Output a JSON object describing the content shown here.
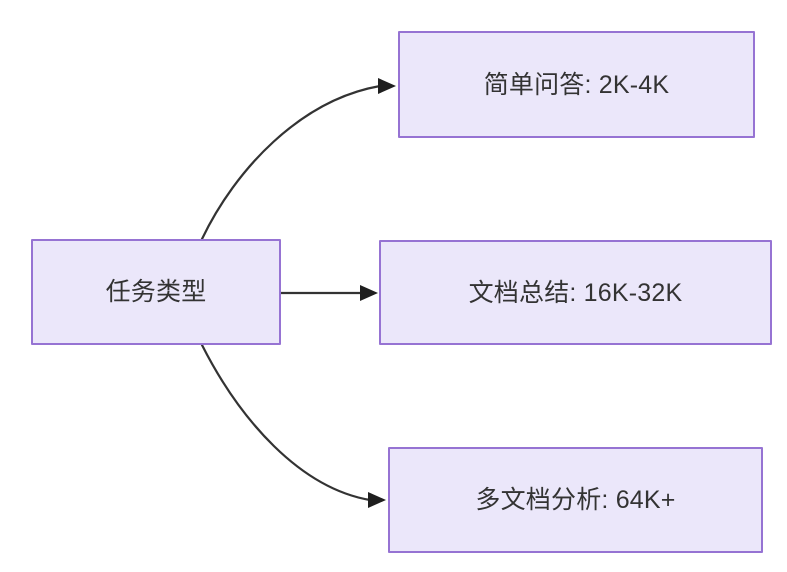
{
  "diagram": {
    "type": "flowchart",
    "direction": "left-to-right",
    "background_color": "#ffffff",
    "node_fill_color": "#ebe7fa",
    "node_border_color": "#9673d3",
    "text_color": "#333333",
    "edge_color": "#333333",
    "nodes": [
      {
        "id": "root",
        "label": "任务类型"
      },
      {
        "id": "qa",
        "label": "简单问答: 2K-4K"
      },
      {
        "id": "sum",
        "label": "文档总结: 16K-32K"
      },
      {
        "id": "multi",
        "label": "多文档分析: 64K+"
      }
    ],
    "edges": [
      {
        "from": "root",
        "to": "qa",
        "style": "curved",
        "arrow": "arrowhead-icon"
      },
      {
        "from": "root",
        "to": "sum",
        "style": "straight",
        "arrow": "arrowhead-icon"
      },
      {
        "from": "root",
        "to": "multi",
        "style": "curved",
        "arrow": "arrowhead-icon"
      }
    ]
  }
}
